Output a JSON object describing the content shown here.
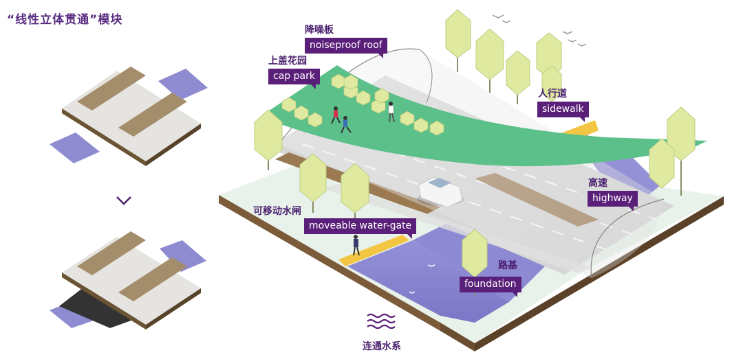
{
  "title": "“线性立体贯通”模块",
  "labels": {
    "noise_cn": "降噪板",
    "noise_en": "noiseproof roof",
    "cap_cn": "上盖花园",
    "cap_en": "cap park",
    "sidewalk_cn": "人行道",
    "sidewalk_en": "sidewalk",
    "highway_cn": "高速",
    "highway_en": "highway",
    "gate_cn": "可移动水闸",
    "gate_en": "moveable water-gate",
    "foundation_cn": "路基",
    "foundation_en": "foundation",
    "water_cn": "连通水系"
  },
  "icons": {
    "arrow": "chevron-down-icon",
    "water": "water-waves-icon"
  },
  "colors": {
    "accent": "#5a1f78",
    "title": "#5a2d82",
    "water": "#8a85d0",
    "park": "#5cc08a"
  }
}
